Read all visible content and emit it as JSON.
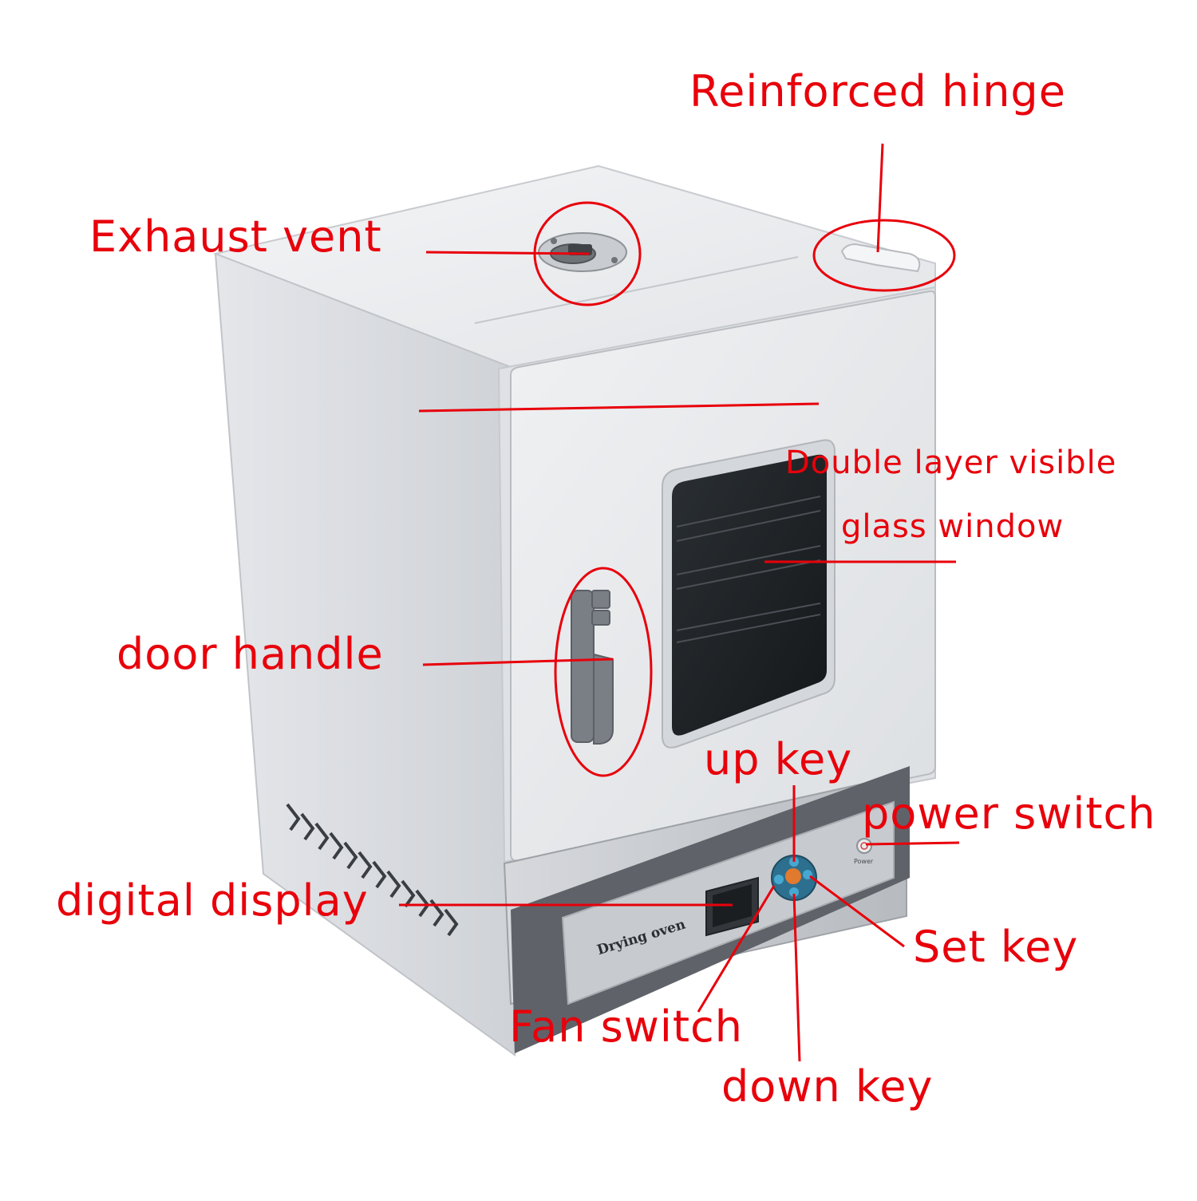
{
  "colors": {
    "annotation": "#e8000b",
    "cabinet_body": "#dcdee2",
    "door": "#e6e8eb",
    "window_glass": "#1f2326",
    "control_panel": "#c9ccd0",
    "base": "#5f6369",
    "handle": "#7a7f86"
  },
  "labels": {
    "reinforced_hinge": "Reinforced hinge",
    "exhaust_vent": "Exhaust vent",
    "double_layer_line1": "Double layer visible",
    "double_layer_line2": "glass window",
    "door_handle": "door handle",
    "up_key": "up key",
    "power_switch": "power switch",
    "digital_display": "digital display",
    "set_key": "Set key",
    "fan_switch": "Fan switch",
    "down_key": "down key"
  },
  "product": {
    "panel_brand": "Drying oven",
    "power_caption": "Power"
  },
  "icons": {
    "exhaust_vent": "vent-cap-icon",
    "hinge": "hinge-icon",
    "handle": "door-handle-icon",
    "keypad": "keypad-icon",
    "power": "power-icon"
  }
}
